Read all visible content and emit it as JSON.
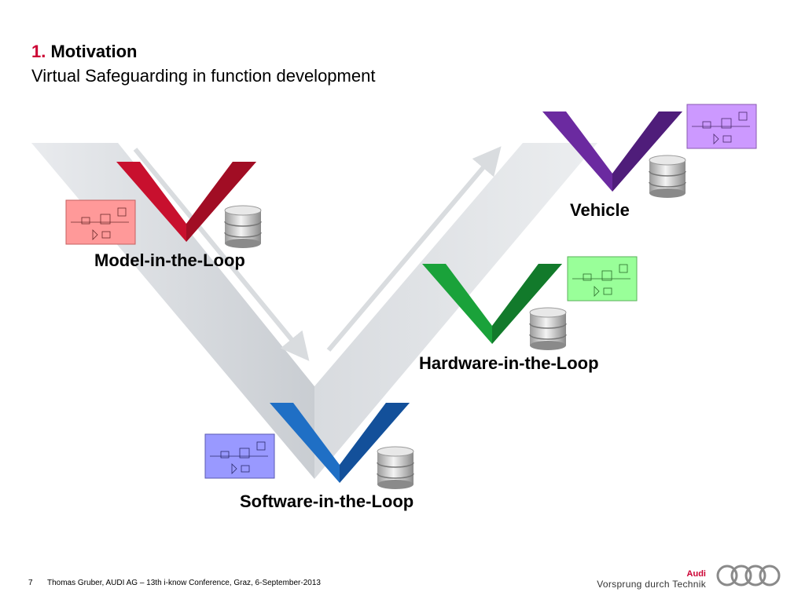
{
  "slide": {
    "title_number": "1.",
    "title": "Motivation",
    "subtitle": "Virtual Safeguarding in function development",
    "stages": [
      {
        "label": "Model-in-the-Loop",
        "color": "#c8102e"
      },
      {
        "label": "Software-in-the-Loop",
        "color": "#1f6fc5"
      },
      {
        "label": "Hardware-in-the-Loop",
        "color": "#1aa23a"
      },
      {
        "label": "Vehicle",
        "color": "#6b2aa0"
      }
    ],
    "model_panel_colors": {
      "mil": "#ff9999",
      "sil": "#9999ff",
      "hil": "#99ff99",
      "vehicle": "#cc99ff"
    }
  },
  "footer": {
    "page_number": "7",
    "text": "Thomas Gruber, AUDI AG – 13th i-know Conference, Graz, 6-September-2013"
  },
  "brand": {
    "name": "Audi",
    "tagline": "Vorsprung durch Technik",
    "rings_icon": "audi-rings-icon"
  }
}
